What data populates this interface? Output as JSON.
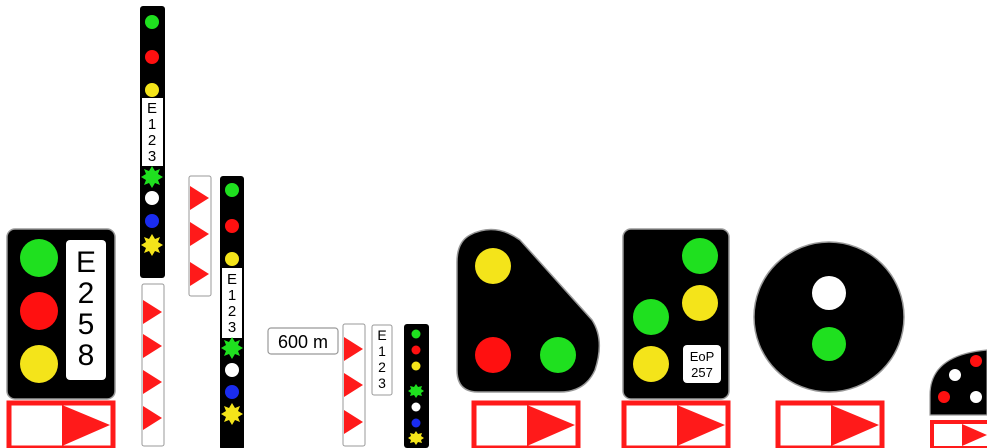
{
  "colors": {
    "green": "#1fe01f",
    "red": "#ff1010",
    "yellow": "#f4e41a",
    "blue": "#1a2cf0",
    "white": "#ffffff",
    "black": "#000000",
    "plate_red": "#ff1a1a"
  },
  "signal_large": {
    "plate": [
      "E",
      "2",
      "5",
      "8"
    ]
  },
  "mast_tall": {
    "plate": [
      "E",
      "1",
      "2",
      "3"
    ]
  },
  "mast_mid": {
    "plate": [
      "E",
      "1",
      "2",
      "3"
    ]
  },
  "small_group": {
    "distance": "600 m",
    "plate": [
      "E",
      "1",
      "2",
      "3"
    ]
  },
  "signal_eop": {
    "plate_line1": "EoP",
    "plate_line2": "257"
  },
  "icons": [
    "signal-head",
    "mast-signal",
    "distance-marker-board",
    "triangle-signal",
    "round-signal",
    "dwarf-signal"
  ]
}
